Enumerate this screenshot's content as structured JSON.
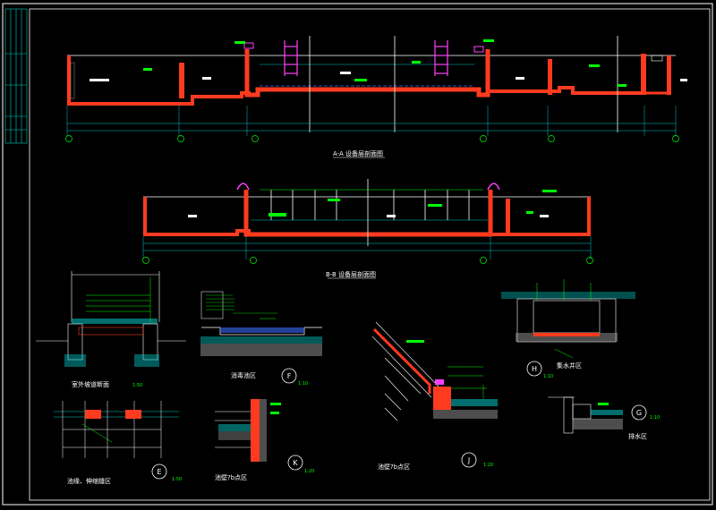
{
  "drawing": {
    "background": "#000000",
    "colors": {
      "frame": "#ffffff",
      "wall": "#ff3b1f",
      "wall_fill": "#ff5a2a",
      "dim": "#00c8c8",
      "grid": "#ffffff",
      "green": "#00e000",
      "yellow": "#ffff00",
      "magenta": "#ff40ff",
      "blue": "#3a6cff",
      "gray": "#9a9a9a"
    },
    "sections": [
      {
        "id": "A-A",
        "title": "A-A 设备层剖面图"
      },
      {
        "id": "B-B",
        "title": "B-B 设备层剖面图"
      }
    ],
    "details": [
      {
        "id": "outdoor",
        "title": "室外坡道断面",
        "scale": "1:50"
      },
      {
        "id": "F",
        "title": "消毒池区",
        "scale": "1:10"
      },
      {
        "id": "H",
        "title": "集水井区",
        "scale": "1:10"
      },
      {
        "id": "E",
        "title": "池缘、伸缩缝区",
        "scale": "1:50"
      },
      {
        "id": "K",
        "title": "池壁?b点区",
        "scale": "1:20"
      },
      {
        "id": "J",
        "title": "池壁?b点区",
        "scale": "1:20"
      },
      {
        "id": "G",
        "title": "排水区",
        "scale": "1:10"
      }
    ]
  }
}
